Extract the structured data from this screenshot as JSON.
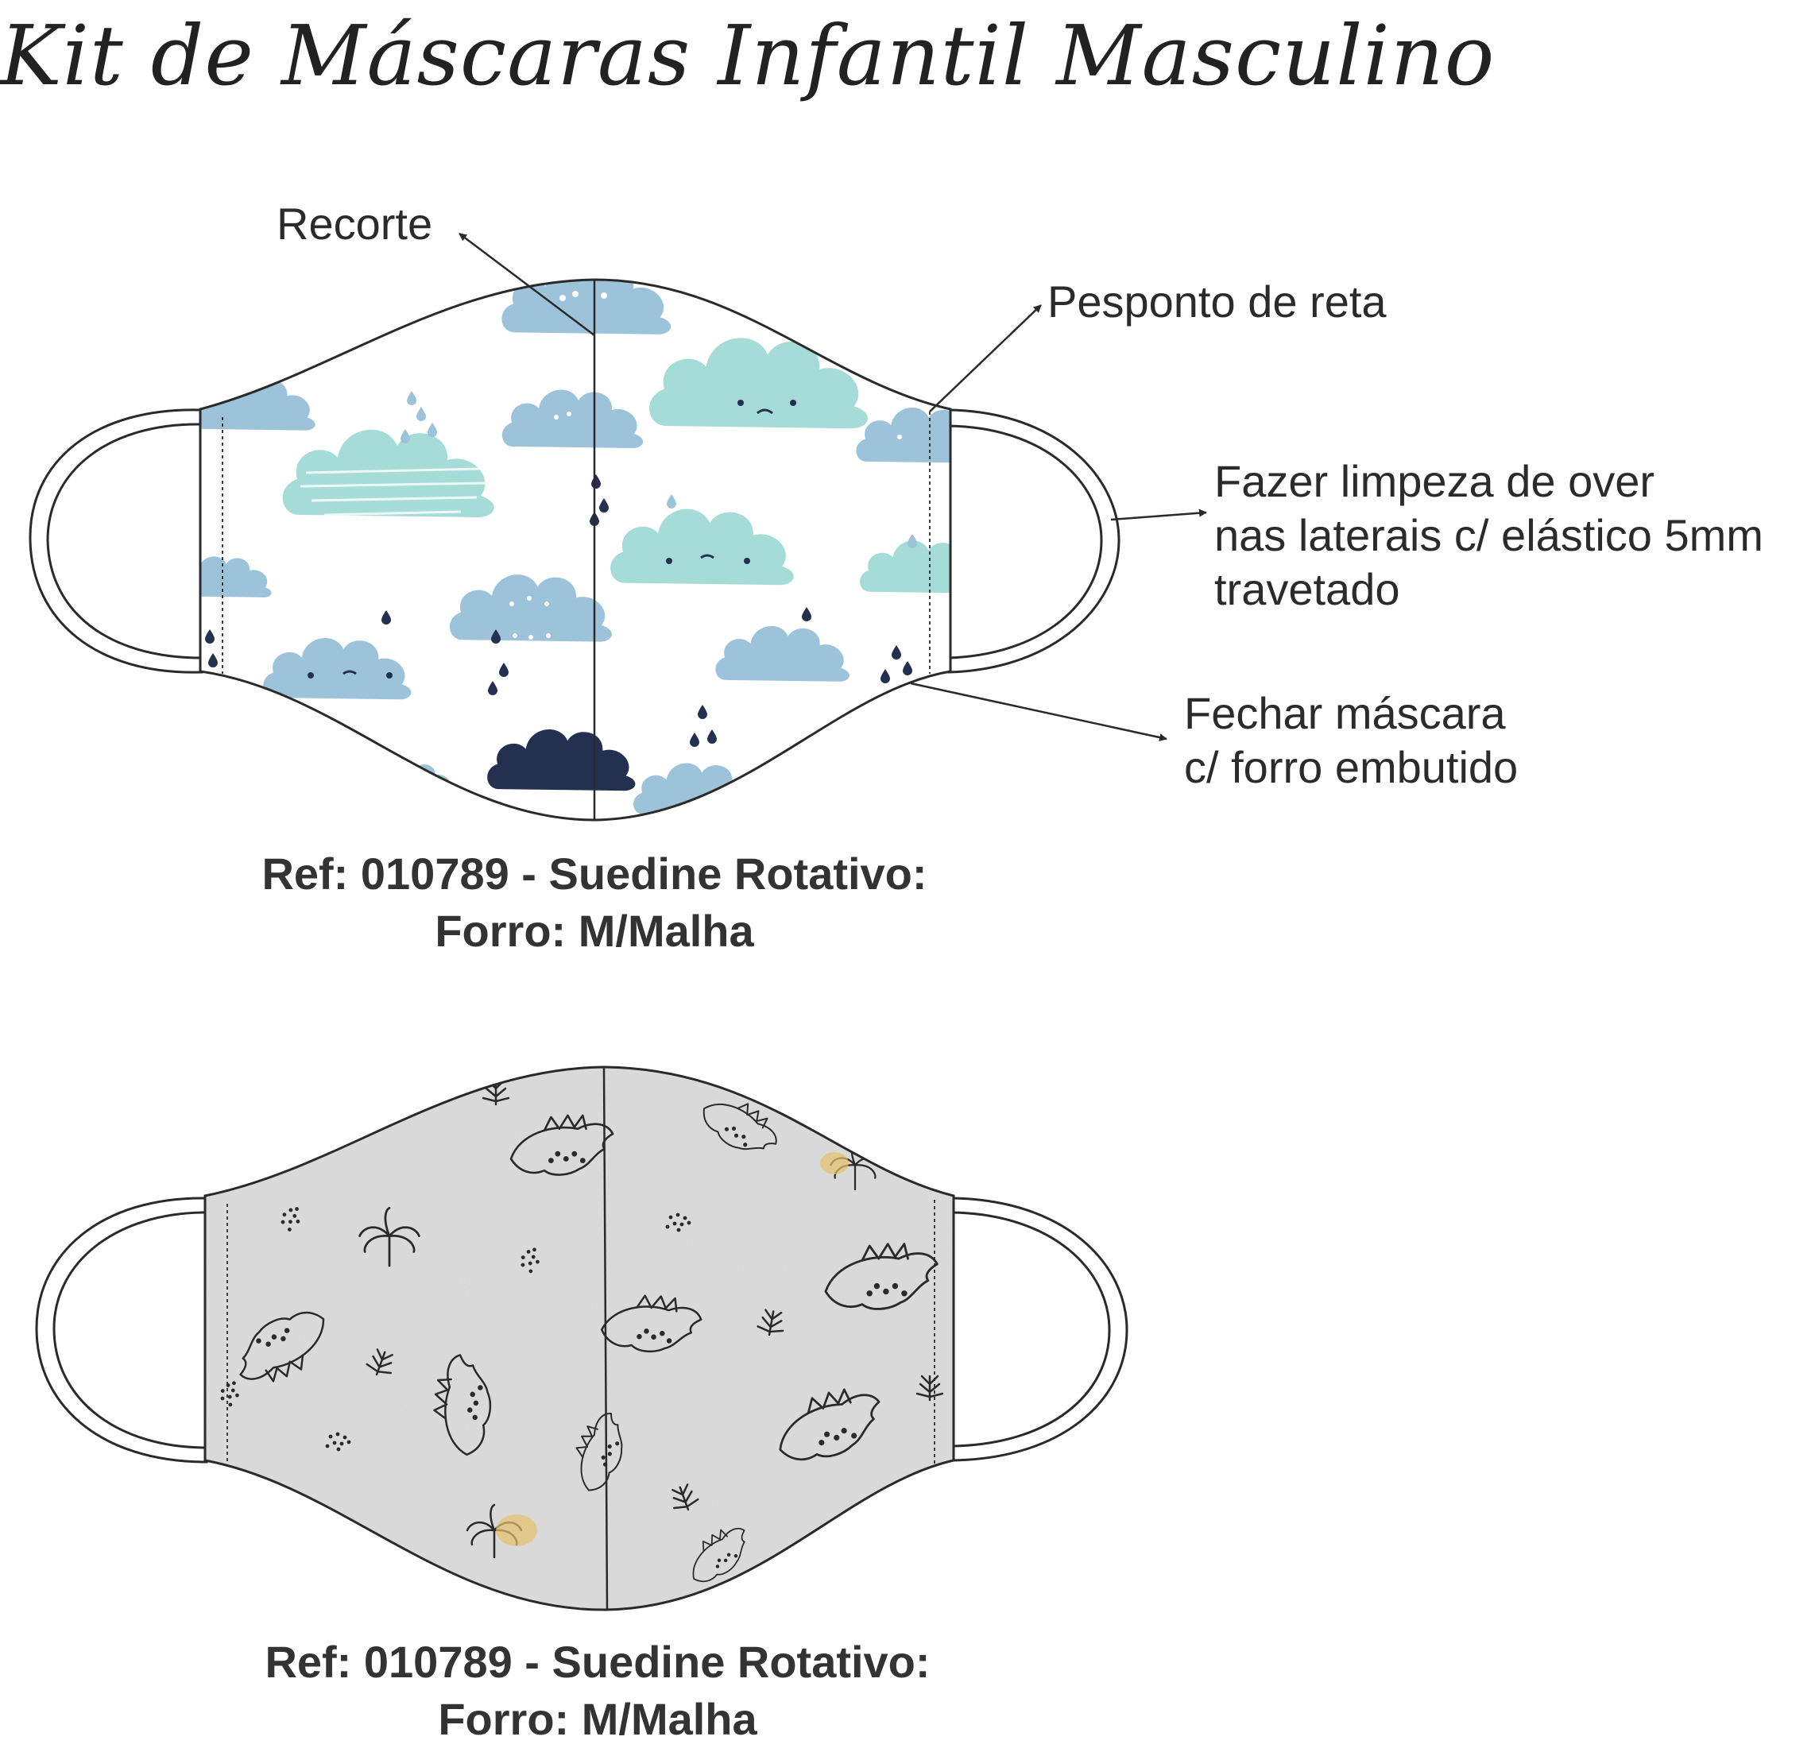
{
  "title": "Kit de Máscaras Infantil Masculino",
  "annotations": {
    "recorte": "Recorte",
    "pesponto": "Pesponto de reta",
    "limpeza": [
      "Fazer limpeza de over",
      "nas laterais c/ elástico 5mm",
      "travetado"
    ],
    "fechar": [
      "Fechar máscara",
      "c/ forro embutido"
    ]
  },
  "masks": [
    {
      "pattern": "clouds",
      "caption_line1": "Ref: 010789 - Suedine Rotativo:",
      "caption_line2": "Forro: M/Malha"
    },
    {
      "pattern": "dinosaurs",
      "caption_line1": "Ref: 010789 - Suedine Rotativo:",
      "caption_line2": "Forro: M/Malha"
    }
  ],
  "colors": {
    "cloud_blue": "#9cc3da",
    "cloud_mint": "#a5dcd7",
    "cloud_navy": "#23304f",
    "fabric_grey": "#dedede",
    "outline": "#2a2a2a",
    "accent_yellow": "#e7c069"
  }
}
